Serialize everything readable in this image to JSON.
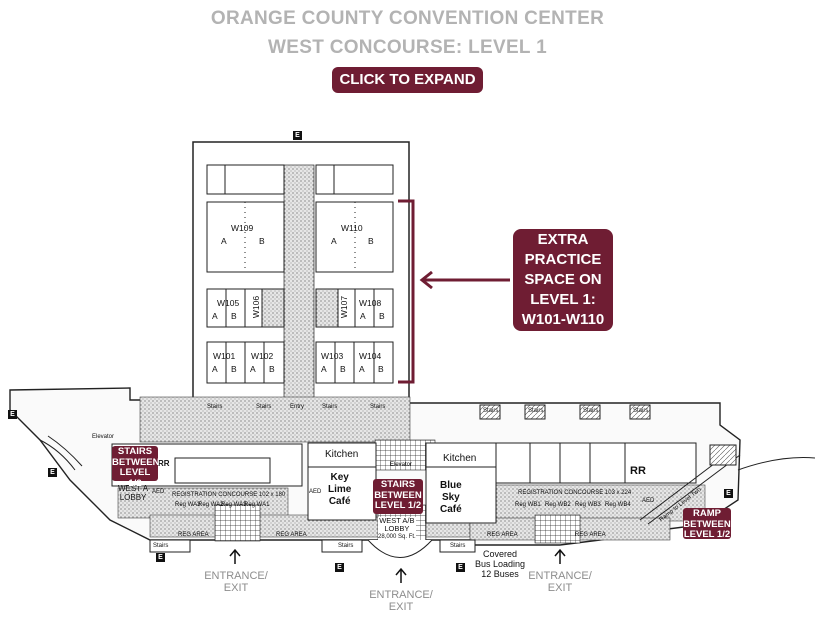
{
  "header": {
    "title_line1": "ORANGE COUNTY CONVENTION CENTER",
    "title_line2": "WEST CONCOURSE: LEVEL 1",
    "expand_button": "CLICK TO EXPAND"
  },
  "colors": {
    "accent": "#6f1d33",
    "title": "#b3b3b3",
    "entrance": "#8d8d8d"
  },
  "callout": {
    "lines": [
      "EXTRA",
      "PRACTICE",
      "SPACE ON",
      "LEVEL 1:",
      "W101-W110"
    ]
  },
  "tags": {
    "stairs_left": [
      "STAIRS",
      "BETWEEN",
      "LEVEL 1/2"
    ],
    "stairs_center": [
      "STAIRS",
      "BETWEEN",
      "LEVEL 1/2"
    ],
    "ramp": [
      "RAMP",
      "BETWEEN",
      "LEVEL 1/2"
    ]
  },
  "rooms": {
    "w109": "W109",
    "w110": "W110",
    "w105": "W105",
    "w106": "W106",
    "w107": "W107",
    "w108": "W108",
    "w101": "W101",
    "w102": "W102",
    "w103": "W103",
    "w104": "W104",
    "a": "A",
    "b": "B"
  },
  "map_labels": {
    "kitchen_left": "Kitchen",
    "kitchen_right": "Kitchen",
    "key_lime": [
      "Key",
      "Lime",
      "Café"
    ],
    "blue_sky": [
      "Blue",
      "Sky",
      "Café"
    ],
    "west_a_lobby": [
      "WEST A",
      "LOBBY"
    ],
    "west_ab_lobby": [
      "WEST A/B",
      "LOBBY",
      "28,000 Sq. Ft."
    ],
    "reg_concourse_102": "REGISTRATION CONCOURSE 102 x 180",
    "reg_concourse_103": "REGISTRATION CONCOURSE 103 x 224",
    "reg_area": "REG AREA",
    "rr": "RR",
    "stairs": "Stairs",
    "entry": "Entry",
    "elevator": "Elevator",
    "ramp_to_level_two": "Ramp to Level Two",
    "covered_bus": [
      "Covered",
      "Bus Loading",
      "12 Buses"
    ],
    "e_marker": "E",
    "aed": "AED",
    "reg_wa": [
      "Reg WA3",
      "Reg WA2",
      "Reg WA3",
      "Reg WA1"
    ],
    "reg_wb": [
      "Reg WB1",
      "Reg WB2",
      "Reg WB3",
      "Reg WB4"
    ]
  },
  "entrances": {
    "left": [
      "ENTRANCE/",
      "EXIT"
    ],
    "center": [
      "ENTRANCE/",
      "EXIT"
    ],
    "right": [
      "ENTRANCE/",
      "EXIT"
    ]
  }
}
